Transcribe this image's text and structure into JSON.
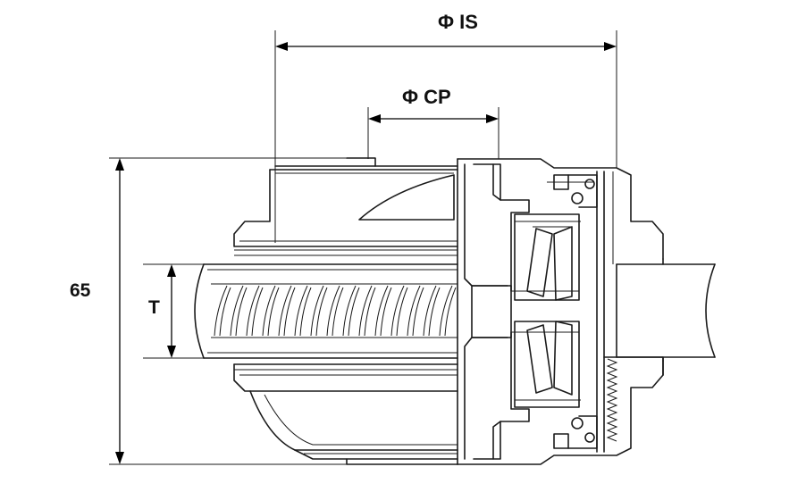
{
  "dimensions": {
    "inner_spline_diameter": "Φ IS",
    "center_piece_diameter": "Φ CP",
    "overall_height": "65",
    "thickness": "T"
  },
  "colors": {
    "line": "#1a1a1a",
    "background": "#ffffff"
  }
}
